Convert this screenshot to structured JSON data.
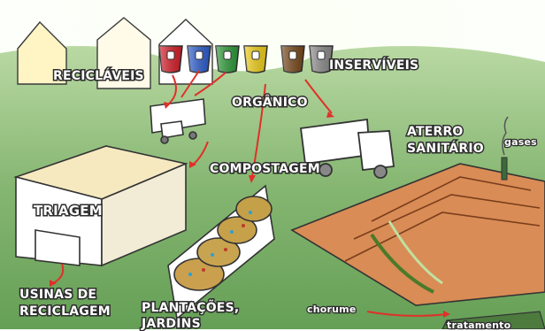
{
  "labels": {
    "reciclaveis": "RECICLÁVEIS",
    "inserviveis": "INSERVÍVEIS",
    "organico": "ORGÂNICO",
    "aterro_line1": "ATERRO",
    "aterro_line2": "SANITÁRIO",
    "gases": "gases",
    "compostagem": "COMPOSTAGEM",
    "triagem": "TRIAGEM",
    "usinas_line1": "USINAS DE",
    "usinas_line2": "RECICLAGEM",
    "plantacoes_line1": "PLANTAÇÕES,",
    "plantacoes_line2": "JARDINS",
    "chorume": "chorume",
    "tratamento": "tratamento"
  },
  "bins": [
    {
      "name": "red-bin",
      "color": "#d81f2a"
    },
    {
      "name": "blue-bin",
      "color": "#2f5fd0"
    },
    {
      "name": "green-bin",
      "color": "#2f9d3a"
    },
    {
      "name": "yellow-bin",
      "color": "#f3d21a"
    },
    {
      "name": "brown-bin",
      "color": "#7a4a1c"
    },
    {
      "name": "gray-bin",
      "color": "#8e8e8e"
    }
  ],
  "colors": {
    "ground": "#6ea35a",
    "landfill_soil": "#d98c55",
    "arrow": "#e0302a",
    "outline": "#2c2c2c"
  }
}
